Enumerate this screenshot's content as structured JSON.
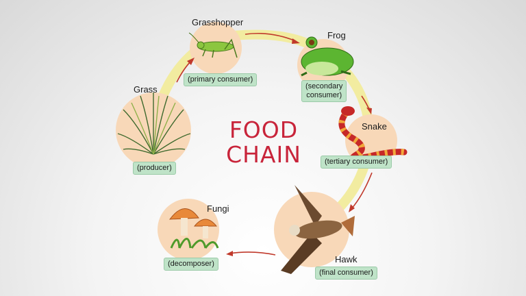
{
  "title": {
    "line1": "FOOD",
    "line2": "CHAIN"
  },
  "organisms": [
    {
      "name": "Grass",
      "role": "(producer)"
    },
    {
      "name": "Grasshopper",
      "role": "(primary consumer)"
    },
    {
      "name": "Frog",
      "role_line1": "(secondary",
      "role_line2": "consumer)"
    },
    {
      "name": "Snake",
      "role": "(tertiary consumer)"
    },
    {
      "name": "Hawk",
      "role": "(final consumer)"
    },
    {
      "name": "Fungi",
      "role": "(decomposer)"
    }
  ],
  "colors": {
    "title": "#c8243a",
    "arrow": "#c0392b",
    "path": "#f2eca0",
    "circle": "#f8d8b8",
    "role_badge": "#bfe3c8"
  }
}
